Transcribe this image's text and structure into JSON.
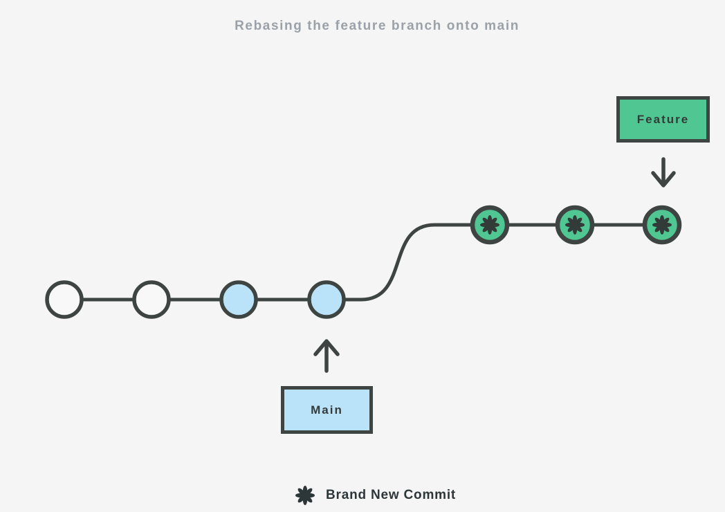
{
  "title": "Rebasing the feature branch onto main",
  "colors": {
    "background": "#f4f5f4",
    "stroke_dark": "#3d4442",
    "node_green": "#50c793",
    "node_blue": "#bae3fa",
    "node_white": "#f7f8f7",
    "title_gray": "#9ba1a8",
    "label_text": "#333b39"
  },
  "branches": {
    "main": {
      "label": "Main",
      "commit_count": 4,
      "node_fills": [
        "white",
        "white",
        "blue",
        "blue"
      ],
      "pointer": "up-arrow-icon"
    },
    "feature": {
      "label": "Feature",
      "commit_count": 3,
      "node_icon": "new-commit-asterisk-icon",
      "pointer": "down-arrow-icon"
    }
  },
  "legend": {
    "icon": "asterisk-icon",
    "label": "Brand New Commit"
  }
}
